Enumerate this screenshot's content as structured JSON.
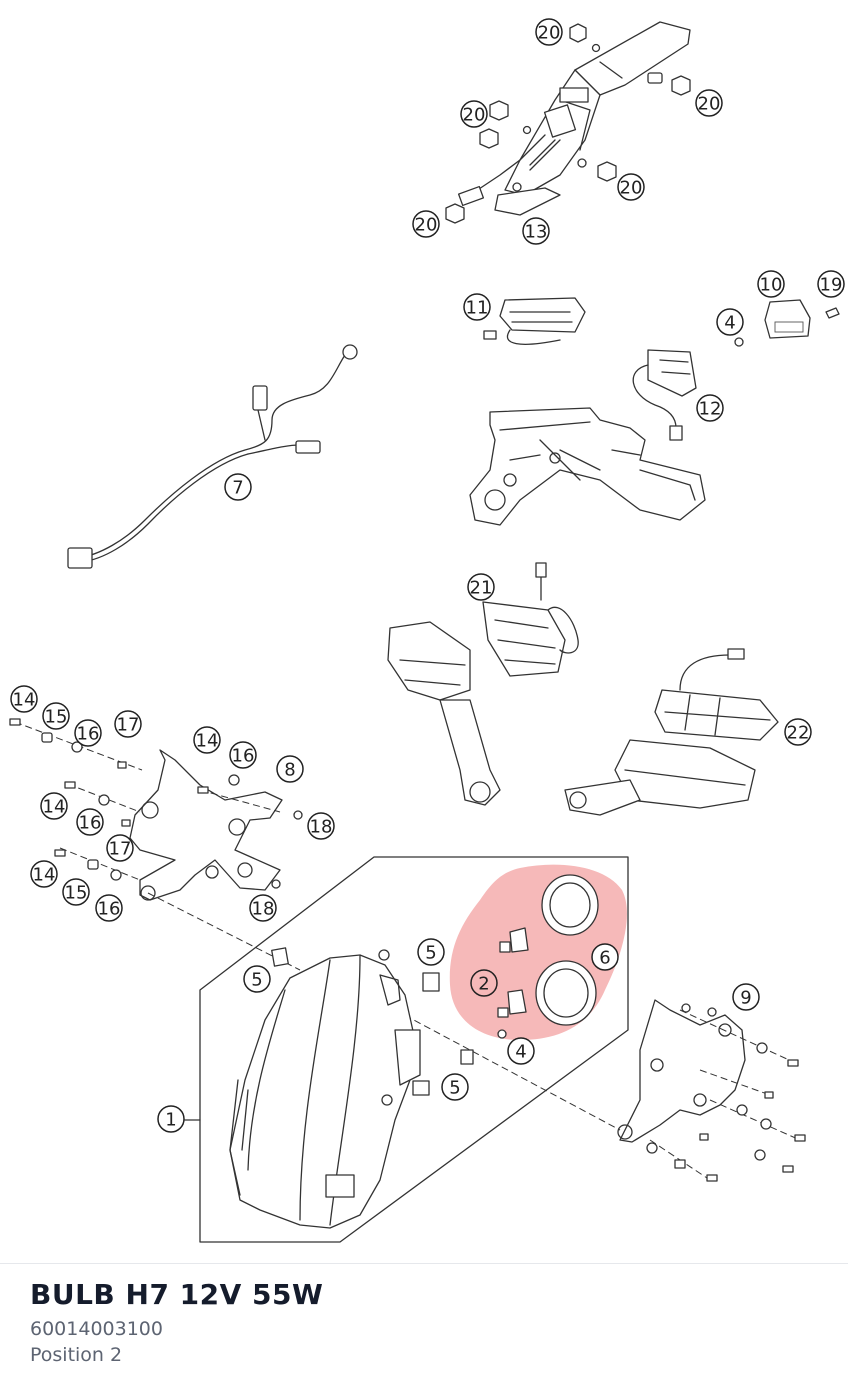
{
  "part": {
    "title": "BULB H7 12V 55W",
    "number": "60014003100",
    "position": "Position 2"
  },
  "highlight": {
    "color": "#ef8080",
    "position": "2"
  },
  "callouts": [
    "20",
    "20",
    "20",
    "20",
    "20",
    "13",
    "11",
    "10",
    "19",
    "4",
    "12",
    "7",
    "21",
    "22",
    "14",
    "15",
    "16",
    "17",
    "14",
    "16",
    "8",
    "14",
    "16",
    "18",
    "17",
    "14",
    "15",
    "16",
    "18",
    "5",
    "5",
    "6",
    "2",
    "4",
    "5",
    "1",
    "9"
  ]
}
